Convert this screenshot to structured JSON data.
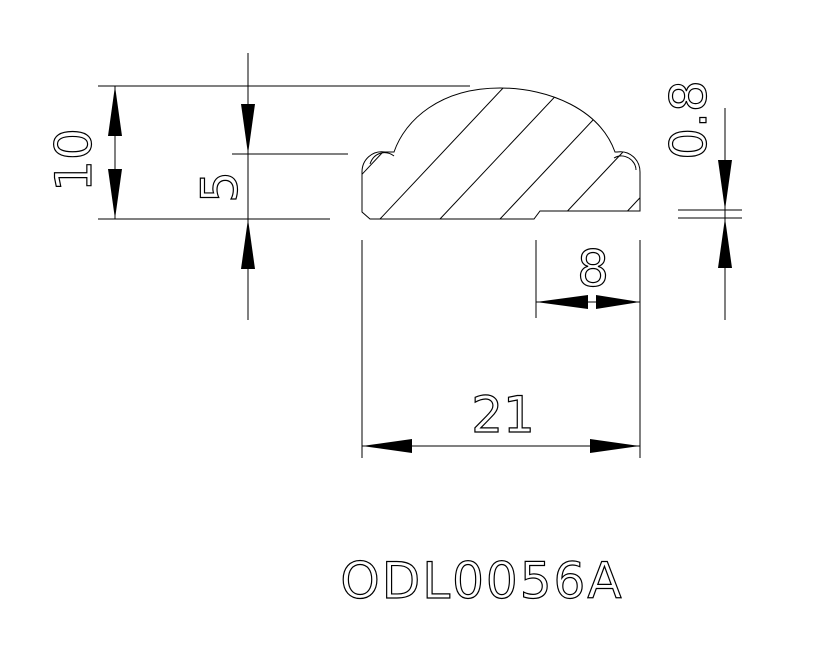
{
  "drawing": {
    "part_number": "ODL0056A",
    "dimensions": {
      "overall_height": "10",
      "half_height": "5",
      "lip_thickness": "0.8",
      "step_width": "8",
      "overall_width": "21"
    },
    "colors": {
      "line": "#000000",
      "background": "#ffffff"
    }
  }
}
